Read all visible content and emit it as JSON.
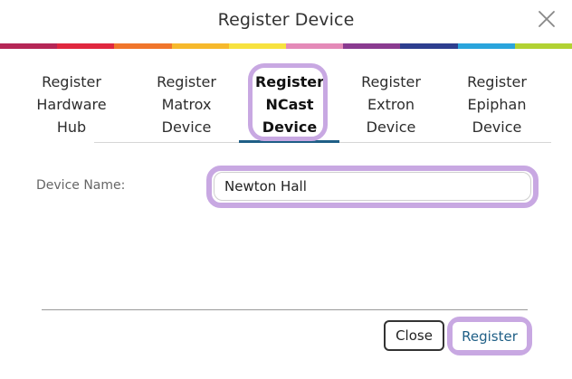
{
  "dialog": {
    "title": "Register Device",
    "close_icon": "close-x-icon"
  },
  "rainbow_colors": [
    "#b52656",
    "#e0273f",
    "#f0752b",
    "#f6b92c",
    "#f7e23f",
    "#e48ab8",
    "#8a3b90",
    "#2d3e8f",
    "#2aa4dc",
    "#b2d233"
  ],
  "tabs": [
    {
      "lines": [
        "Register",
        "Hardware",
        "Hub"
      ],
      "active": false
    },
    {
      "lines": [
        "Register",
        "Matrox",
        "Device"
      ],
      "active": false
    },
    {
      "lines": [
        "Register",
        "NCast",
        "Device"
      ],
      "active": true
    },
    {
      "lines": [
        "Register",
        "Extron",
        "Device"
      ],
      "active": false
    },
    {
      "lines": [
        "Register",
        "Epiphan",
        "Device"
      ],
      "active": false
    }
  ],
  "form": {
    "device_name_label": "Device Name:",
    "device_name_value": "Newton Hall"
  },
  "footer": {
    "close_label": "Close",
    "register_label": "Register"
  },
  "colors": {
    "accent": "#1f5f86",
    "highlight": "#c8a8e2"
  }
}
